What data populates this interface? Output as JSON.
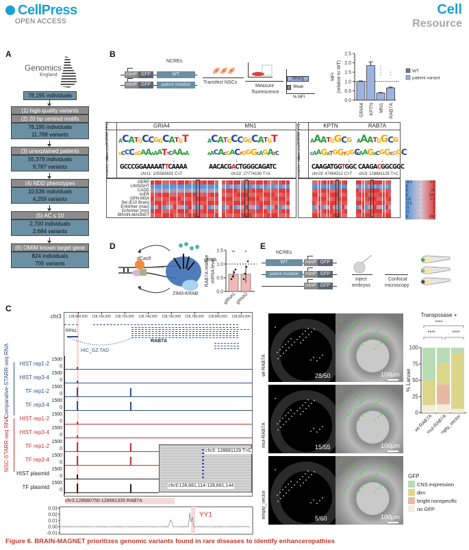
{
  "header": {
    "publisher": "CellPress",
    "publisher_sub": "OPEN ACCESS",
    "journal": "Cell",
    "article_type": "Resource"
  },
  "panel_a": {
    "label": "A",
    "logo_title": "Genomics",
    "logo_sub": "England",
    "start": "78,195 individuals",
    "steps": [
      {
        "filters": [
          "(1) high-quality variants",
          "(2) 20 bp centred motifs"
        ],
        "individuals": "78,195 individuals",
        "variants": "11,788 variants"
      },
      {
        "filters": [
          "(3) unexplained patients"
        ],
        "individuals": "55,379 individuals",
        "variants": "9,787 variants"
      },
      {
        "filters": [
          "(4) NDD phenotypes"
        ],
        "individuals": "10,536 individuals",
        "variants": "4,259 variants"
      },
      {
        "filters": [
          "(5) AC ≤ 10"
        ],
        "individuals": "2,700 individuals",
        "variants": "2,684 variants"
      },
      {
        "filters": [
          "(6) OMIM known target gene"
        ],
        "individuals": "824 individuals",
        "variants": "705 variants"
      }
    ]
  },
  "panel_b": {
    "label": "B",
    "ncre_title": "NCREs",
    "constructs": [
      {
        "promoter": "minP",
        "reporter": "GFP",
        "insert": "WT"
      },
      {
        "promoter": "minP",
        "reporter": "GFP",
        "insert": "patient mutation"
      }
    ],
    "step1": "Transfect NSCs",
    "step2_line1": "Measure",
    "step2_line2": "fluorescence",
    "readout_strong": "Strong",
    "readout_weak": "Weak",
    "readout_axis": "% MFI",
    "logo_sections": [
      {
        "jaspar": "JASPAR TP53",
        "genes": [
          {
            "name": "GRIA4",
            "motif_seq": "GCCCGGAAAAATTCAAAA",
            "mut_index": 12,
            "coord": "chr11: 105583601 C>T"
          },
          {
            "name": "MN1",
            "motif_seq": "AACACGACTGGGCAGATC",
            "mut_index": 6,
            "coord": "chr22: 27774190 T>A"
          }
        ]
      },
      {
        "jaspar": "JASPAR YY1",
        "genes": [
          {
            "name": "KPTN",
            "motif_seq": "CAAGATGGTGGC",
            "mut_index": 8,
            "coord": "chr19: 47484312 C>T"
          },
          {
            "name": "RAB7A",
            "motif_seq": "CAAGACGGCGGC",
            "mut_index": 5,
            "coord": "chr3: 128681129 T>C"
          }
        ]
      }
    ],
    "row_axis_labels": [
      "JASPAR",
      "cb score",
      "mutation sites"
    ],
    "heatmap_rows": [
      "GERP",
      "LINSIGHT",
      "CADD",
      "ncER",
      "GPN-MSA",
      "Sei (E10 Brain)",
      "Enformer (max)",
      "Enformer (min)",
      "BRAIN-MAGNET"
    ],
    "heatmap_scales": [
      {
        "min": "-9.0",
        "max": "5.5"
      },
      {
        "min": "0",
        "max": "1"
      },
      {
        "min": "0",
        "max": "20"
      },
      {
        "min": "0",
        "max": "100"
      },
      {
        "min": "-12",
        "max": "1.5"
      },
      {
        "min": "-1.5",
        "max": "1"
      },
      {
        "min": "-1",
        "max": "1"
      },
      {
        "min": "-1",
        "max": "1"
      },
      {
        "min": "0",
        "max": "100"
      }
    ]
  },
  "chart_data": [
    {
      "type": "bar",
      "title": "",
      "panel": "B",
      "categories": [
        "GRIA4",
        "KPTN",
        "MN1",
        "RAB7A"
      ],
      "series": [
        {
          "name": "patient variant",
          "values": [
            1.0,
            1.85,
            0.38,
            0.66
          ],
          "errors": [
            0.03,
            0.2,
            0.03,
            0.04
          ],
          "significance": [
            "",
            "*",
            "****",
            "**"
          ]
        }
      ],
      "legend": [
        "WT",
        "patient variant"
      ],
      "legend_position": "right",
      "ylabel": "MFI (relative to WT)",
      "ylim": [
        0,
        2.5
      ],
      "yticks": [
        "0.0",
        "0.5",
        "1.0",
        "1.5",
        "2.0",
        "2.5"
      ],
      "reference_line": 1.0,
      "colors": {
        "WT": "#7a7a7a",
        "patient variant": "#9cb3e0"
      }
    },
    {
      "type": "bar",
      "panel": "D",
      "categories": [
        "gRNA1",
        "gRNA2"
      ],
      "values": [
        0.63,
        0.63
      ],
      "errors": [
        0.15,
        0.32
      ],
      "significance": [
        "**",
        "*"
      ],
      "ylabel": "RAB7A relative mRNA level",
      "ylim": [
        0,
        1.5
      ],
      "yticks": [
        "0.0",
        "0.5",
        "1.0",
        "1.5"
      ],
      "reference_line": 1.0,
      "color": "#f2b8b4"
    },
    {
      "type": "bar",
      "stacked": true,
      "panel": "E",
      "title": "Transposase +",
      "categories": [
        "wt-RAB7A",
        "mut-RAB7A",
        "empty_vector"
      ],
      "series": [
        {
          "name": "no GFP",
          "values": [
            12,
            13,
            6
          ]
        },
        {
          "name": "bright nonspecific",
          "values": [
            0,
            30,
            0
          ]
        },
        {
          "name": "dim",
          "values": [
            38,
            33,
            86
          ]
        },
        {
          "name": "CNS expression",
          "values": [
            50,
            24,
            8
          ]
        }
      ],
      "significance": [
        {
          "pair": "wt-RAB7A vs mut-RAB7A",
          "label": "****"
        },
        {
          "pair": "mut-RAB7A vs empty_vector",
          "label": "****"
        },
        {
          "pair": "wt-RAB7A vs empty_vector",
          "label": "****"
        }
      ],
      "ylabel": "% Larvae",
      "ylim": [
        0,
        100
      ],
      "yticks": [
        "0",
        "25",
        "50",
        "75",
        "100"
      ],
      "legend_title": "GFP",
      "legend_position": "bottom",
      "colors": {
        "CNS expression": "#b7dcb5",
        "dim": "#dcd58c",
        "bright nonspecific": "#e8b9a0",
        "no GFP": "#f3eedb"
      }
    },
    {
      "type": "line",
      "panel": "C",
      "title": "chr3:128680750-128681335 RAB7A",
      "ylim": [
        -0.01,
        0.03
      ],
      "yticks": [
        "0.03",
        "0.02",
        "0.01",
        "0.00",
        "-0.01"
      ],
      "annotation": "YY1"
    }
  ],
  "panel_d": {
    "label": "D",
    "labels": {
      "dcas9": "dCas9",
      "grna": "gRNA",
      "krab": "ZIM3-KRAB"
    }
  },
  "panel_e": {
    "label": "E",
    "ncre_title": "NCREs",
    "constructs": [
      {
        "insert": "WT",
        "promoter": "minP",
        "reporter": "GFP"
      },
      {
        "insert": "patient mutation",
        "promoter": "minP",
        "reporter": "GFP"
      },
      {
        "insert": "",
        "promoter": "minP",
        "reporter": "GFP"
      }
    ],
    "step1_line1": "Inject",
    "step1_line2": "embryos",
    "step2_line1": "Confocal",
    "step2_line2": "microscopy",
    "images": [
      {
        "label": "wt-RAB7A",
        "count": "28/50",
        "scale": "100µm"
      },
      {
        "label": "mut-RAB7A",
        "count": "15/55",
        "scale": "100µm"
      },
      {
        "label": "empty_vector",
        "count": "5/60",
        "scale": "100µm"
      }
    ]
  },
  "panel_c": {
    "label": "C",
    "chrom": "chr3",
    "coords": [
      "128,680,000",
      "128,700,000",
      "128,720,000",
      "128,740,000",
      "128,760,000",
      "128,780,000",
      "128,800,000",
      "128,820,000"
    ],
    "genes": [
      "RPN1",
      "RAB7A"
    ],
    "tad": "HIC_GZ.TAD",
    "group_comparative": "Comparative-STARR-seq RNA",
    "group_nsc": "NSC-STARR-seq RNA",
    "tracks": [
      {
        "name": "HIST rep1-2",
        "group": "comparative",
        "max": "1500",
        "min": "0"
      },
      {
        "name": "HIST rep3-4",
        "group": "comparative",
        "max": "1500",
        "min": "0"
      },
      {
        "name": "TF rep1-2",
        "group": "comparative",
        "max": "1500",
        "min": "0"
      },
      {
        "name": "TF rep3-4",
        "group": "comparative",
        "max": "1500",
        "min": "0"
      },
      {
        "name": "HIST rep1-2",
        "group": "nsc",
        "max": "1500",
        "min": "0"
      },
      {
        "name": "HIST rep3-4",
        "group": "nsc",
        "max": "1500",
        "min": "0"
      },
      {
        "name": "TF rep1-2",
        "group": "nsc",
        "max": "1500",
        "min": "0"
      },
      {
        "name": "TF rep3-4",
        "group": "nsc",
        "max": "1500",
        "min": "0"
      },
      {
        "name": "HIST plasmid",
        "group": "plasmid",
        "max": "1500",
        "min": "0"
      },
      {
        "name": "TF plasmid",
        "group": "plasmid",
        "max": "1500",
        "min": "0"
      }
    ],
    "inset_variant": "chr3: 128681129 T>C",
    "inset_range": "chr3:128,681,114-128,681,144"
  },
  "caption": {
    "figure": "Figure 6.",
    "title": "BRAIN-MAGNET prioritizes genomic variants found in rare diseases to identify enhanceropathies"
  }
}
